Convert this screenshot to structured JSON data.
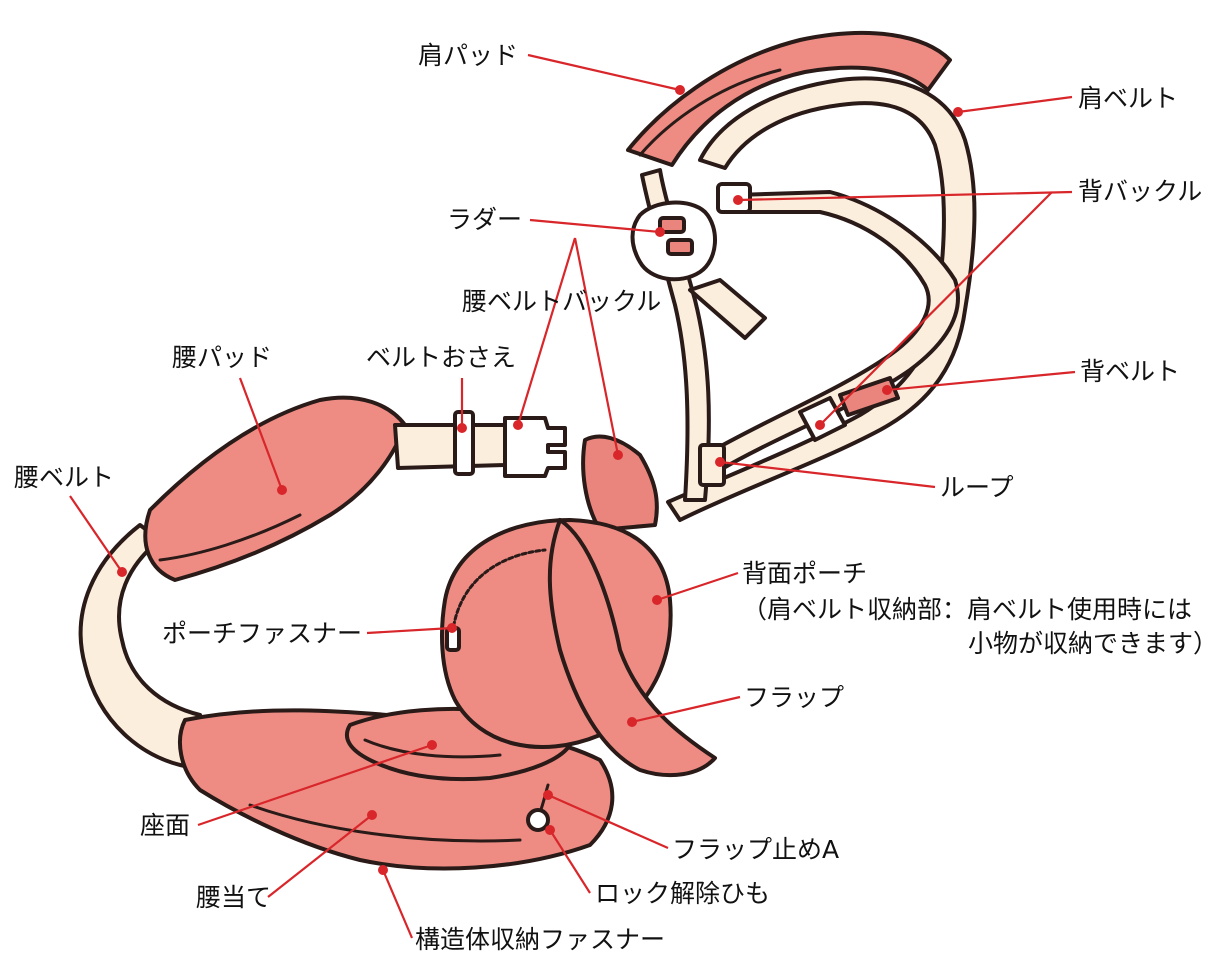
{
  "colors": {
    "pad_fill": "#ee8c84",
    "belt_fill": "#fbeedd",
    "outline": "#2a1a18",
    "leader": "#d8262a"
  },
  "labels": {
    "shoulder_pad": "肩パッド",
    "shoulder_belt": "肩ベルト",
    "back_buckle": "背バックル",
    "ladder": "ラダー",
    "waist_belt_buckle": "腰ベルトバックル",
    "waist_pad": "腰パッド",
    "belt_keeper": "ベルトおさえ",
    "back_belt": "背ベルト",
    "waist_belt": "腰ベルト",
    "loop": "ループ",
    "back_pouch": "背面ポーチ",
    "back_pouch_note_1": "（肩ベルト収納部：肩ベルト使用時には",
    "back_pouch_note_2": "小物が収納できます）",
    "pouch_zipper": "ポーチファスナー",
    "flap": "フラップ",
    "seat": "座面",
    "flap_fastener_a": "フラップ止めA",
    "waist_support": "腰当て",
    "lock_release_cord": "ロック解除ひも",
    "frame_storage_zipper": "構造体収納ファスナー"
  }
}
